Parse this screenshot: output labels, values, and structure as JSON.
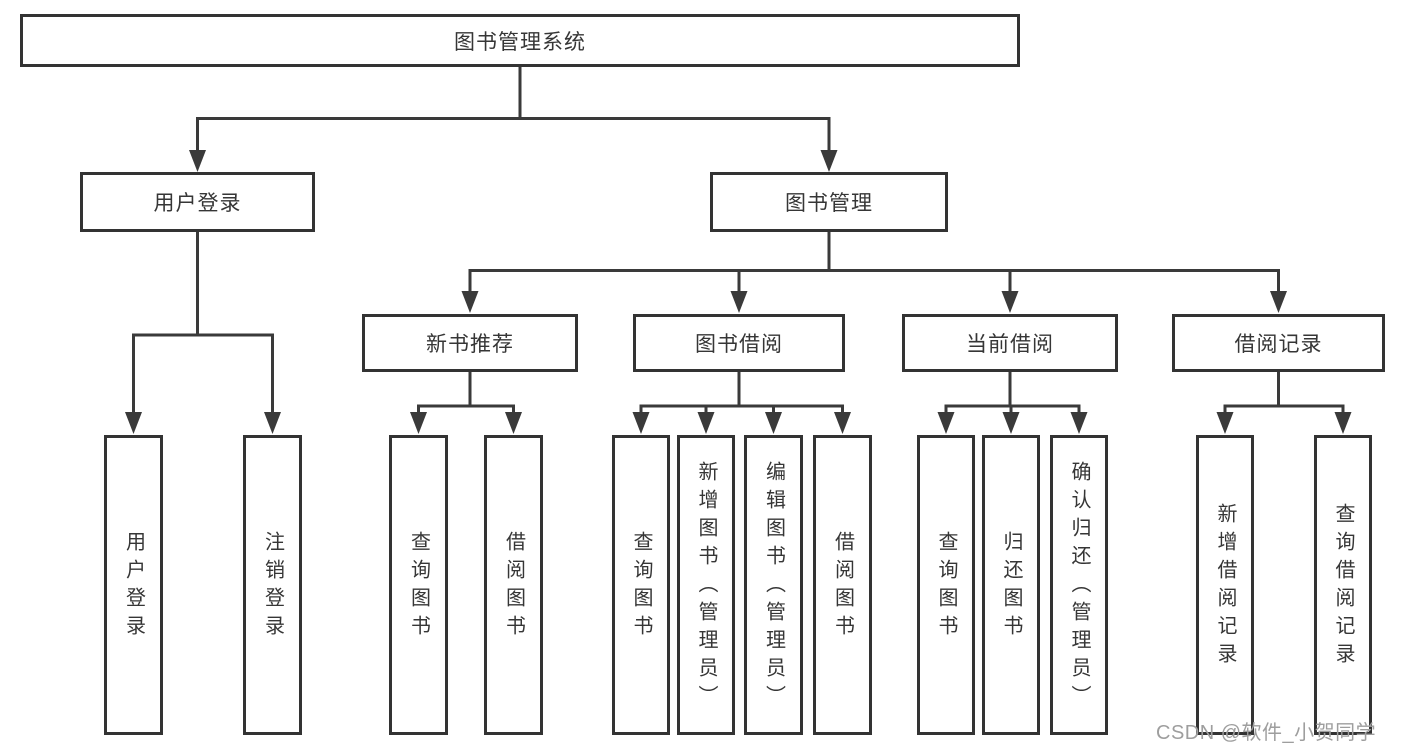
{
  "diagram": {
    "root": {
      "label": "图书管理系统"
    },
    "user_login": {
      "label": "用户登录",
      "children": {
        "login": {
          "label": "用户登录"
        },
        "logout": {
          "label": "注销登录"
        }
      }
    },
    "book_mgmt": {
      "label": "图书管理",
      "sections": {
        "new_book_rec": {
          "label": "新书推荐",
          "children": {
            "query_book": {
              "label": "查询图书"
            },
            "borrow_book": {
              "label": "借阅图书"
            }
          }
        },
        "book_borrow": {
          "label": "图书借阅",
          "children": {
            "query_book": {
              "label": "查询图书"
            },
            "add_book": {
              "label": "新增图书（管理员）"
            },
            "edit_book": {
              "label": "编辑图书（管理员）"
            },
            "borrow_book": {
              "label": "借阅图书"
            }
          }
        },
        "current_borrow": {
          "label": "当前借阅",
          "children": {
            "query_book": {
              "label": "查询图书"
            },
            "return_book": {
              "label": "归还图书"
            },
            "confirm_return": {
              "label": "确认归还（管理员）"
            }
          }
        },
        "borrow_records": {
          "label": "借阅记录",
          "children": {
            "add_record": {
              "label": "新增借阅记录"
            },
            "query_record": {
              "label": "查询借阅记录"
            }
          }
        }
      }
    }
  },
  "watermark": "CSDN @软件_小贺同学",
  "colors": {
    "line": "#3a3a3a",
    "box_border": "#333333",
    "text": "#363636",
    "background": "#ffffff",
    "watermark_text": "#9e9e9e"
  }
}
